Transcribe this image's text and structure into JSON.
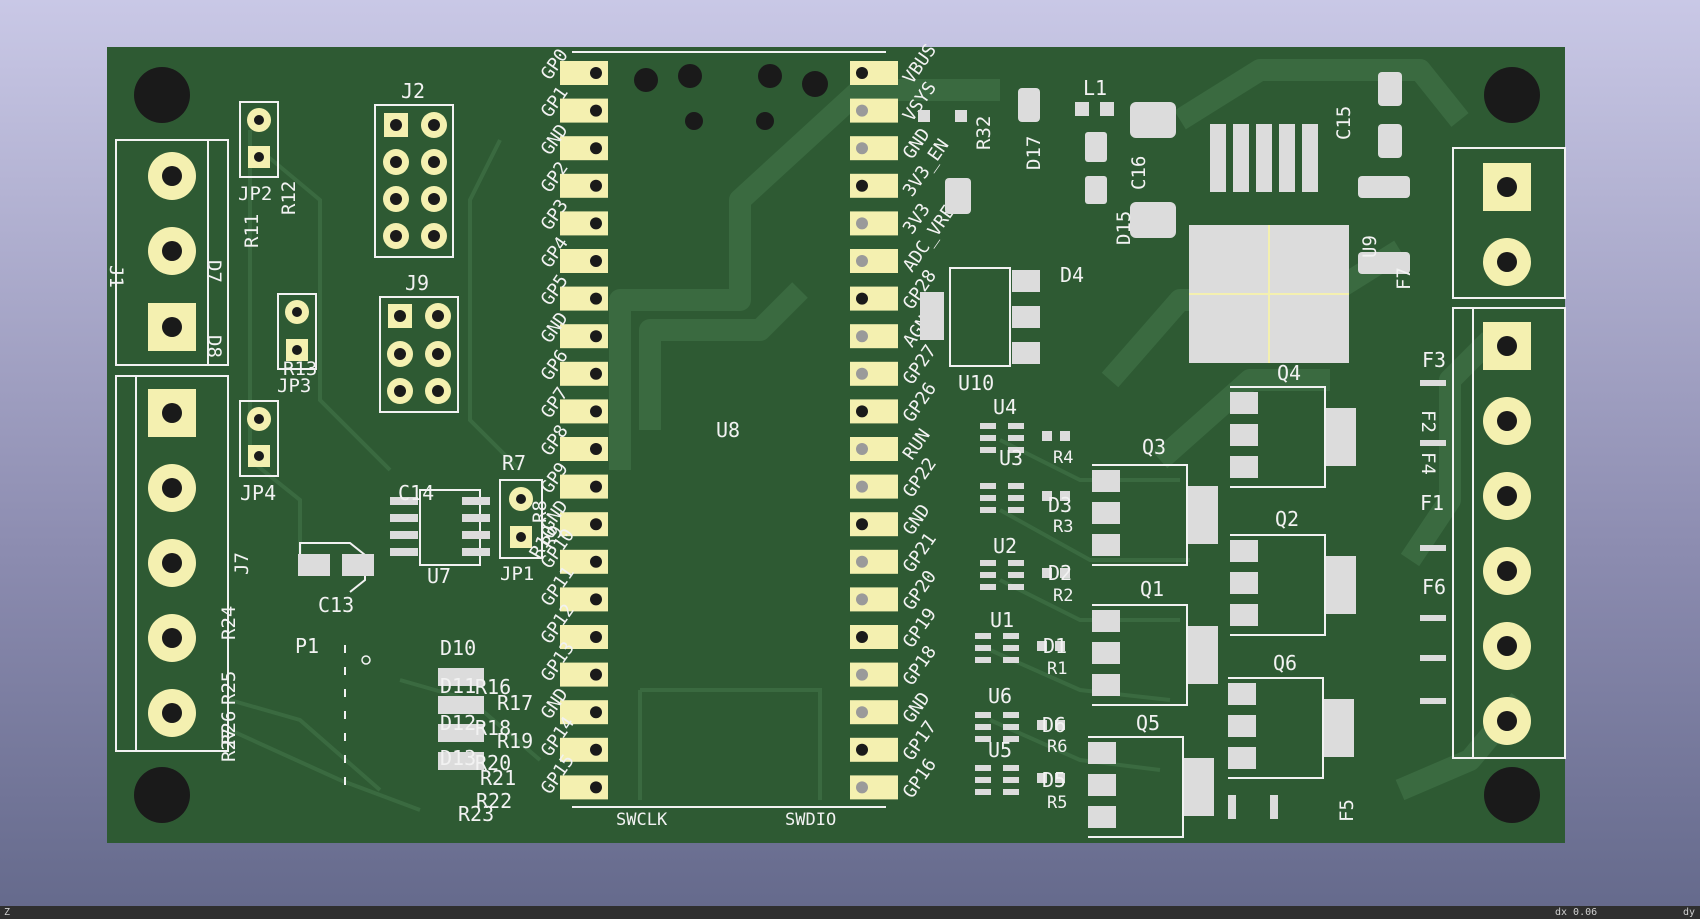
{
  "colors": {
    "background_top": "#c9c8e6",
    "background_bottom": "#64698b",
    "board": "#2e5a33",
    "copper": "#3a6a40",
    "pad_gold": "#f4f0b0",
    "pad_gray": "#dcdcdc",
    "silkscreen": "#f2f2f2",
    "hole": "#1a1a1a"
  },
  "board": {
    "left_header_labels": [
      "GP0",
      "GP1",
      "GND",
      "GP2",
      "GP3",
      "GP4",
      "GP5",
      "GND",
      "GP6",
      "GP7",
      "GP8",
      "GP9",
      "GND",
      "GP10",
      "GP11",
      "GP12",
      "GP13",
      "GND",
      "GP14",
      "GP15"
    ],
    "right_header_labels": [
      "VBUS",
      "VSYS",
      "GND",
      "3V3_EN",
      "3V3",
      "ADC_VREF",
      "GP28",
      "AGND",
      "GP27",
      "GP26",
      "RUN",
      "GP22",
      "GND",
      "GP21",
      "GP20",
      "GP19",
      "GP18",
      "GND",
      "GP17",
      "GP16"
    ],
    "bottom_labels": {
      "swclk": "SWCLK",
      "swdio": "SWDIO"
    },
    "refdes": {
      "u8": "U8",
      "j2": "J2",
      "j9": "J9",
      "j1": "J1",
      "j7": "J7",
      "jp2": "JP2",
      "jp3": "JP3",
      "jp4": "JP4",
      "jp1": "JP1",
      "r11": "R11",
      "r12": "R12",
      "r13": "R13",
      "d7": "D7",
      "d8": "D8",
      "c14": "C14",
      "u7": "U7",
      "c13": "C13",
      "r7": "R7",
      "r8": "R8",
      "r9": "R9",
      "r10": "R10",
      "p1": "P1",
      "r24": "R24",
      "r25": "R25",
      "r26": "R26",
      "r27": "R27",
      "d10": "D10",
      "d11": "D11",
      "d12": "D12",
      "d13": "D13",
      "r16": "R16",
      "r17": "R17",
      "r18": "R18",
      "r19": "R19",
      "r20": "R20",
      "r21": "R21",
      "r22": "R22",
      "r23": "R23",
      "l1": "L1",
      "d17": "D17",
      "c16": "C16",
      "d15": "D15",
      "c15": "C15",
      "u9": "U9",
      "f7": "F7",
      "r32": "R32",
      "d4": "D4",
      "u10": "U10",
      "u4": "U4",
      "u3": "U3",
      "u2": "U2",
      "u1": "U1",
      "u6": "U6",
      "u5": "U5",
      "d1": "D1",
      "d2": "D2",
      "d3": "D3",
      "d5": "D5",
      "d6": "D6",
      "r1": "R1",
      "r2": "R2",
      "r3": "R3",
      "r4": "R4",
      "r5": "R5",
      "r6": "R6",
      "q1": "Q1",
      "q2": "Q2",
      "q3": "Q3",
      "q4": "Q4",
      "q5": "Q5",
      "q6": "Q6",
      "f1": "F1",
      "f2": "F2",
      "f3": "F3",
      "f4": "F4",
      "f5": "F5",
      "f6": "F6"
    }
  },
  "status": {
    "left": "Z",
    "right": "dx 0.06",
    "far_right": "dy"
  }
}
